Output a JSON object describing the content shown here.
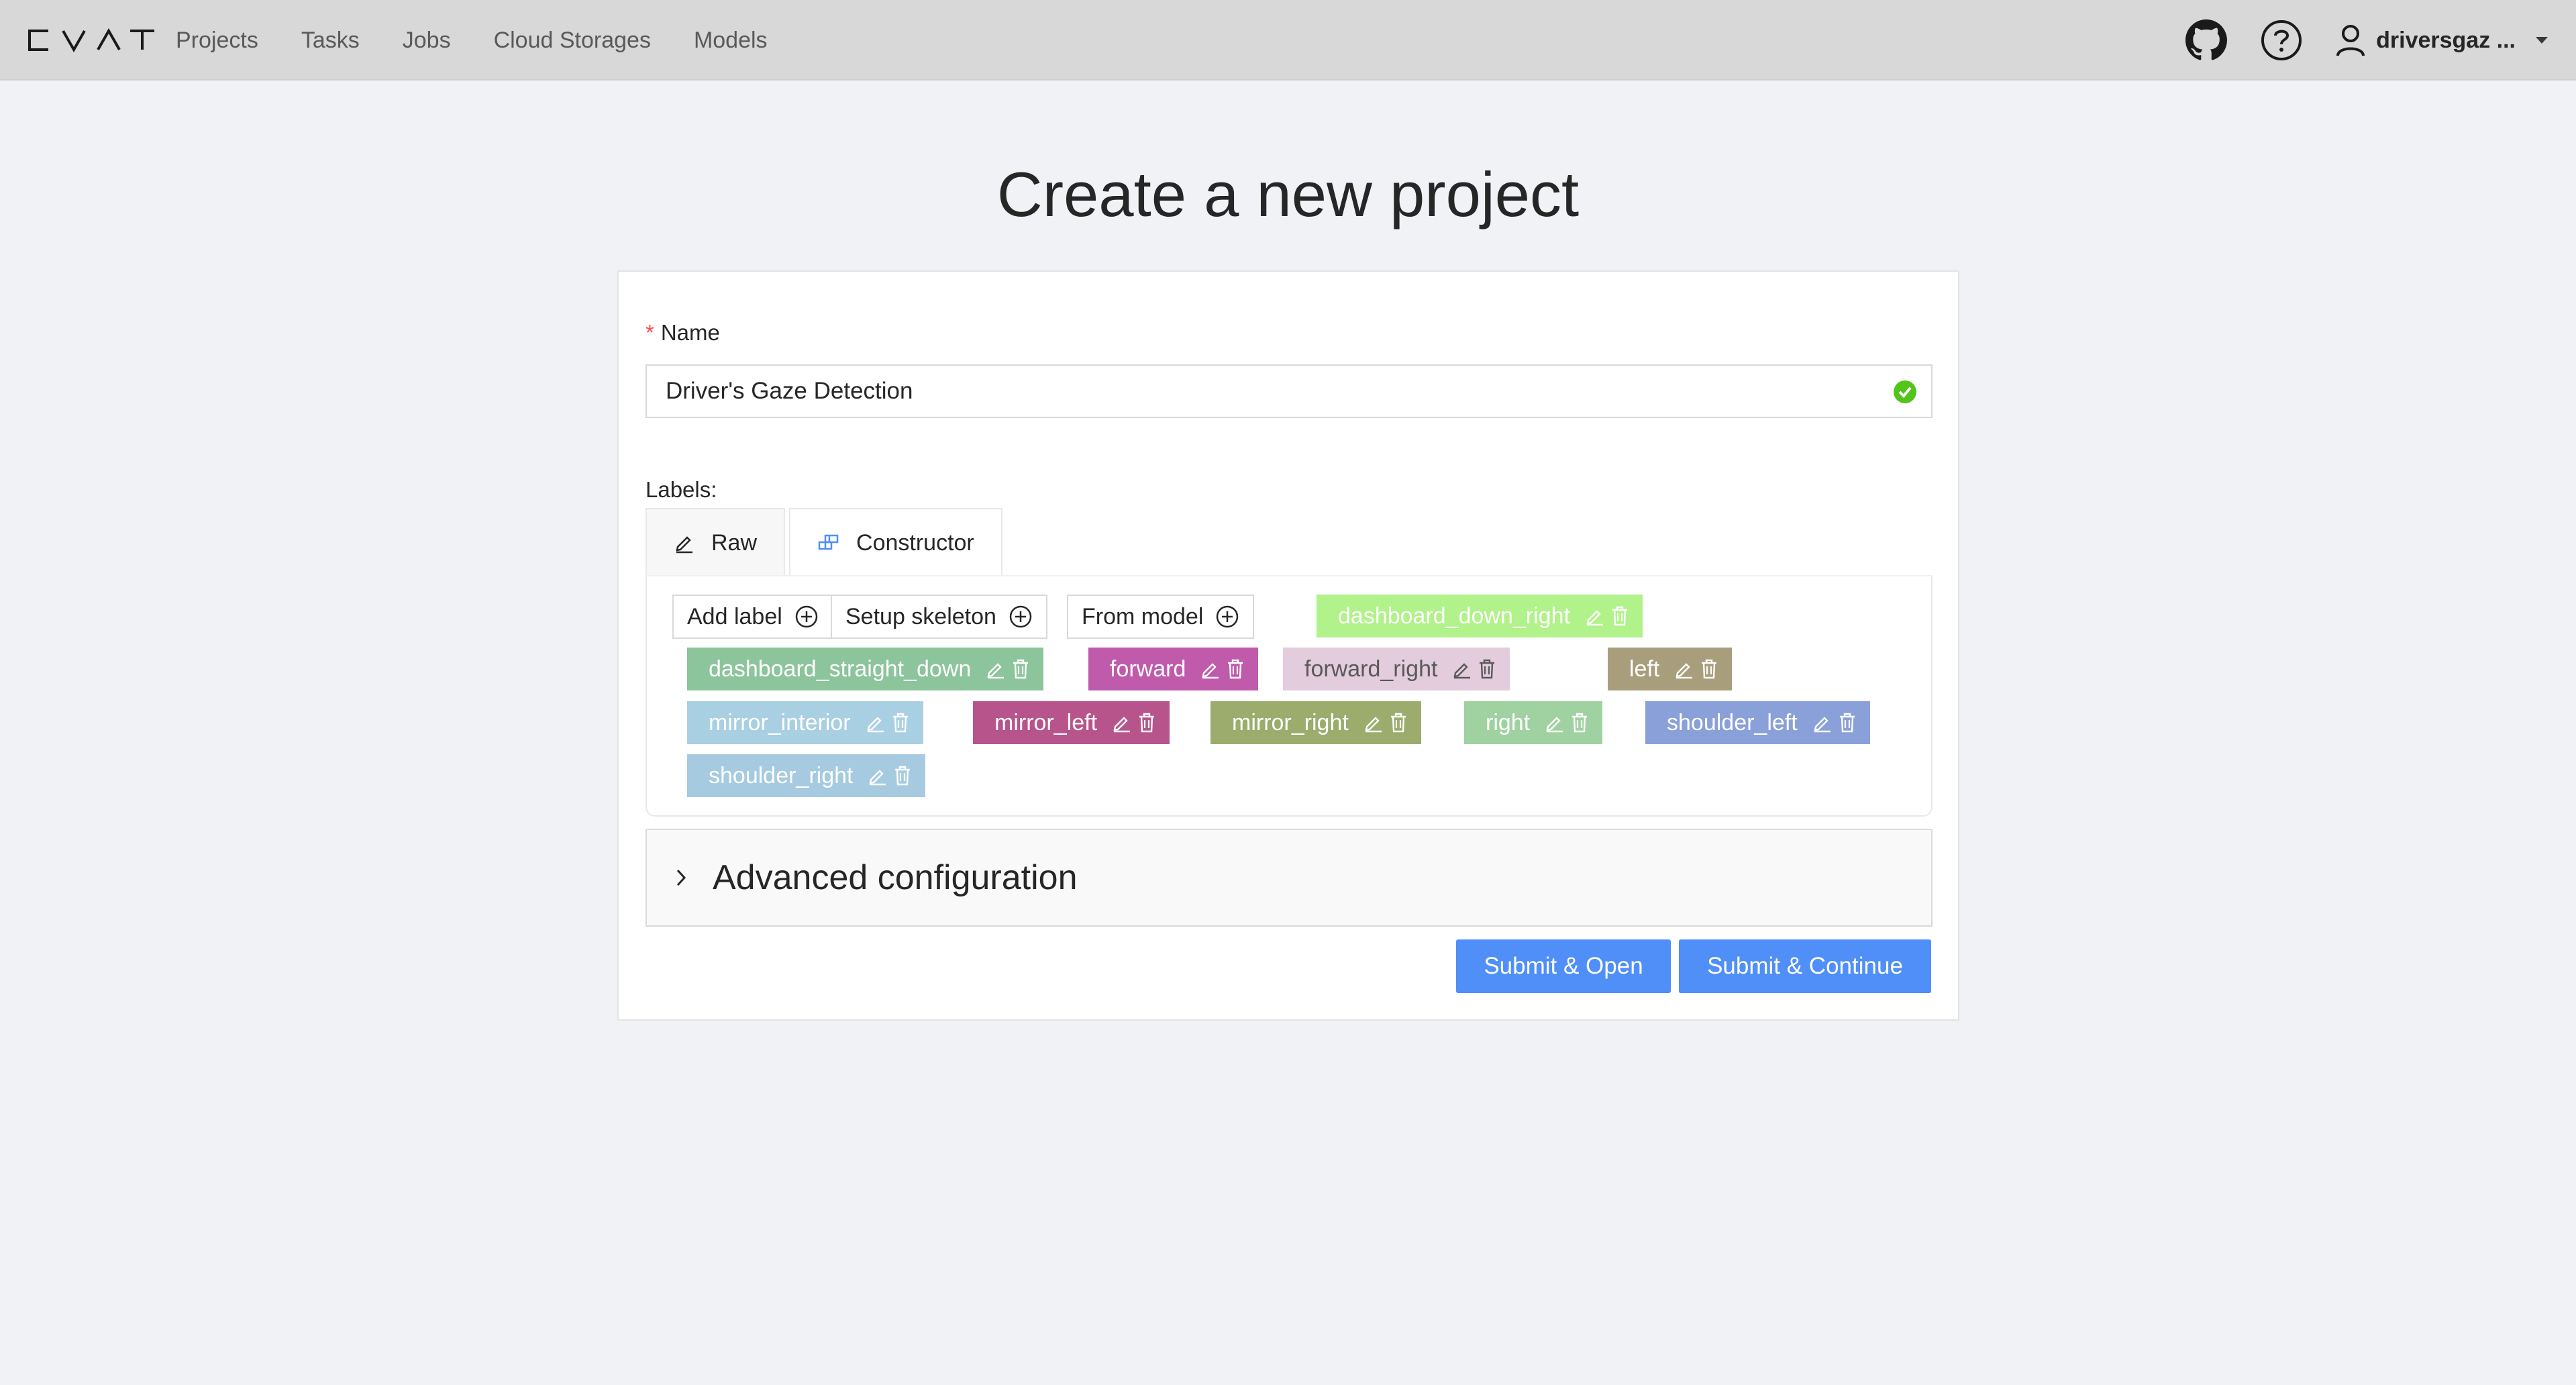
{
  "app": {
    "logo_text": "CVAT",
    "nav": [
      "Projects",
      "Tasks",
      "Jobs",
      "Cloud Storages",
      "Models"
    ],
    "username": "driversgaz ...",
    "icons": [
      "github-icon",
      "help-icon",
      "user-icon",
      "caret-down-icon"
    ]
  },
  "page": {
    "title": "Create a new project"
  },
  "form": {
    "name_label": "Name",
    "required_mark": "*",
    "name_value": "Driver's Gaze Detection",
    "labels_title": "Labels:",
    "tabs": [
      "Raw",
      "Constructor"
    ],
    "active_tab": "Constructor",
    "actions": [
      "Add label",
      "Setup skeleton",
      "From model"
    ],
    "labels": [
      {
        "name": "dashboard_down_right",
        "color": "#b1f28a"
      },
      {
        "name": "dashboard_straight_down",
        "color": "#8cc49b"
      },
      {
        "name": "forward",
        "color": "#c05aab"
      },
      {
        "name": "forward_right",
        "color": "#e3ccdb"
      },
      {
        "name": "left",
        "color": "#a89e7c"
      },
      {
        "name": "mirror_interior",
        "color": "#a9cfe2"
      },
      {
        "name": "mirror_left",
        "color": "#b7548c"
      },
      {
        "name": "mirror_right",
        "color": "#9bac6d"
      },
      {
        "name": "right",
        "color": "#9fd1a1"
      },
      {
        "name": "shoulder_left",
        "color": "#8aa0d8"
      },
      {
        "name": "shoulder_right",
        "color": "#a6cbe0"
      }
    ],
    "advanced": "Advanced configuration",
    "submit_open": "Submit & Open",
    "submit_continue": "Submit & Continue"
  }
}
